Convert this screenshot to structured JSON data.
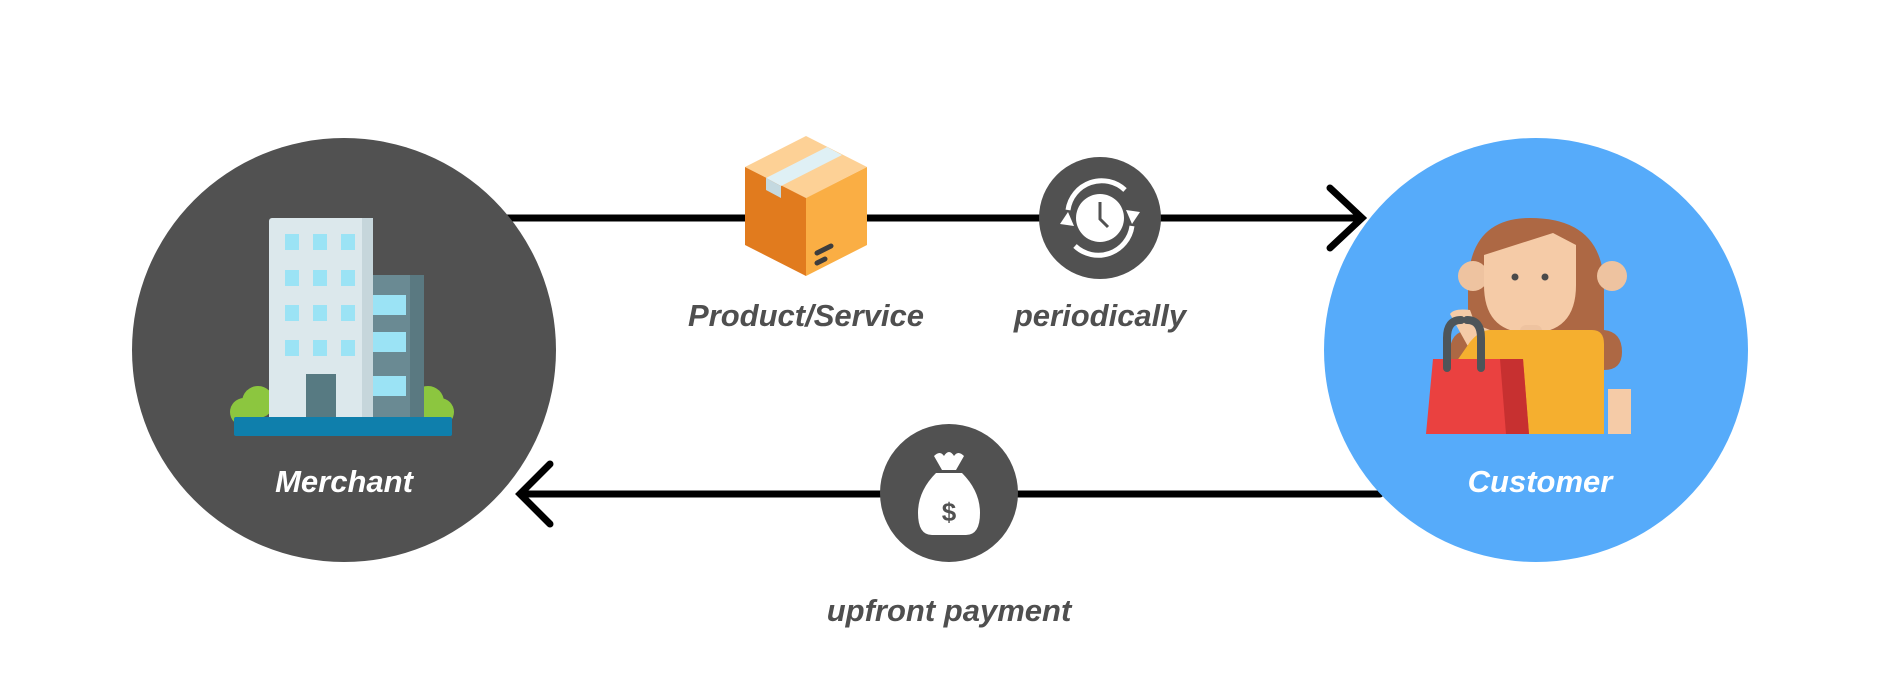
{
  "title": "Subscription flow: Merchant and Customer",
  "nodes": {
    "merchant": {
      "label": "Merchant",
      "icon": "building-icon",
      "color": "#515151"
    },
    "customer": {
      "label": "Customer",
      "icon": "shopper-woman-icon",
      "color": "#56ABFA"
    }
  },
  "edges": {
    "delivery": {
      "label": "Product/Service",
      "frequency_label": "periodically",
      "direction": "merchant-to-customer",
      "icons": [
        "package-box-icon",
        "recurring-clock-icon"
      ]
    },
    "payment": {
      "label": "upfront payment",
      "direction": "customer-to-merchant",
      "icon": "money-bag-icon"
    }
  }
}
